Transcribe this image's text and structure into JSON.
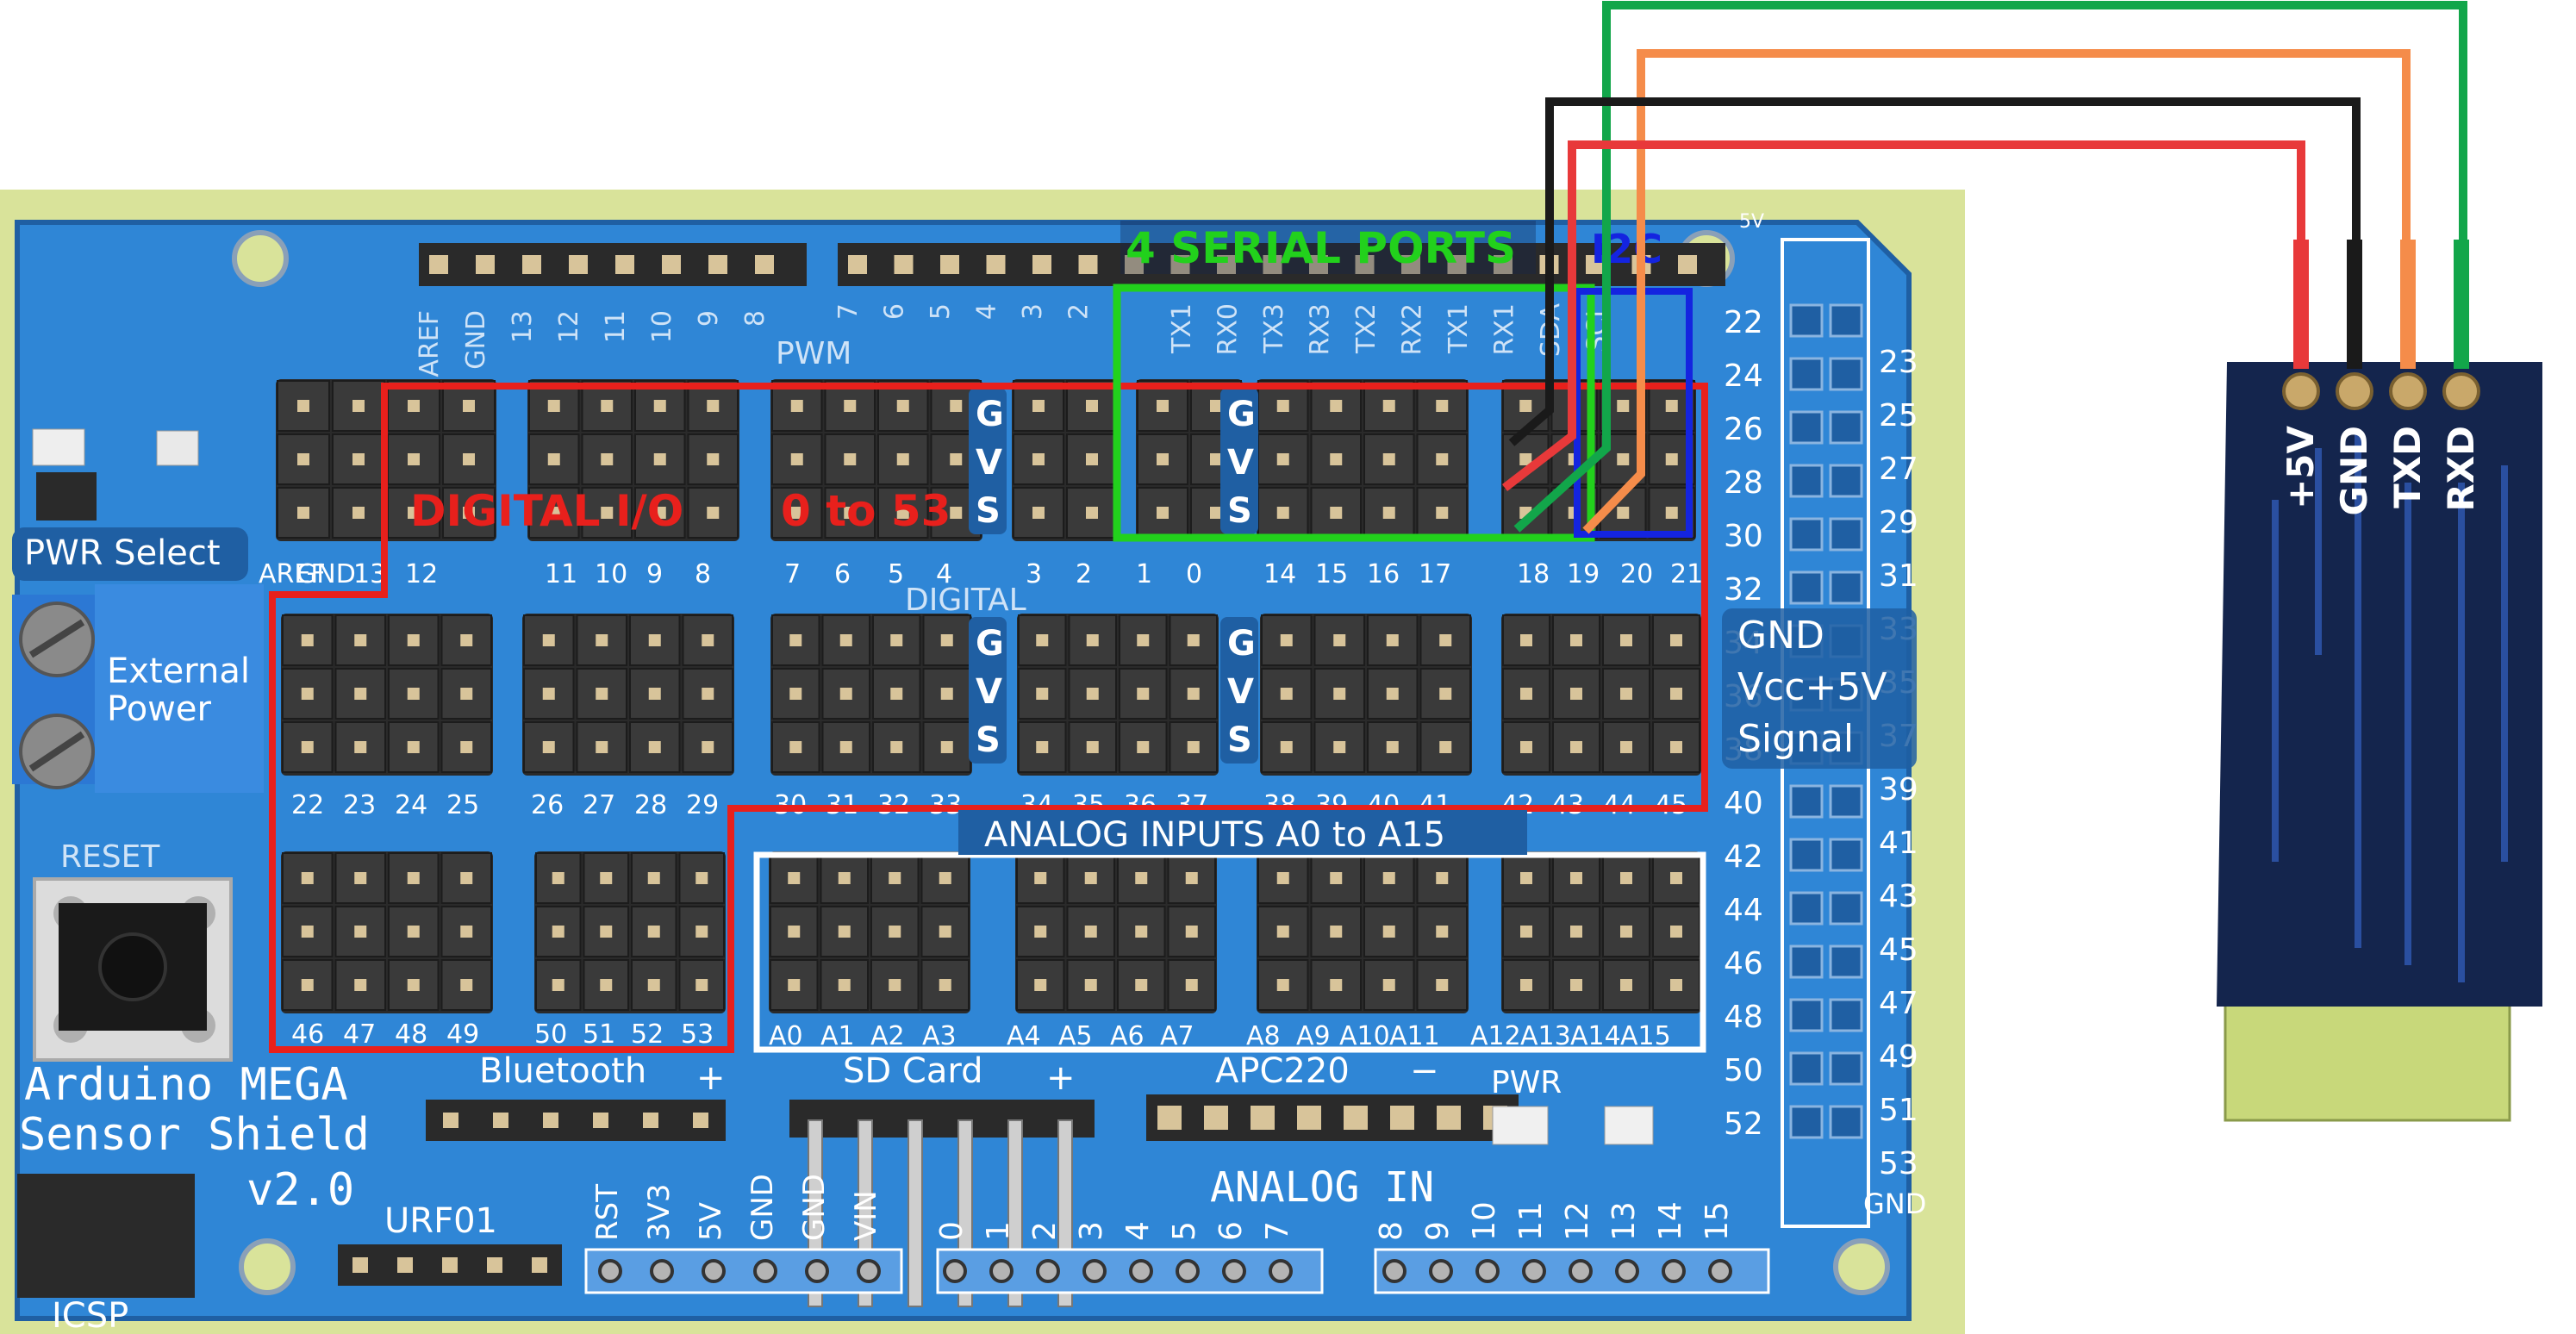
{
  "colors": {
    "board": "#2f86d6",
    "board_dark": "#1f5fa3",
    "pcb_surround": "#d9e39a",
    "header_black": "#2a2a2a",
    "pin_gold": "#d8c49a",
    "highlight_red": "#e8201c",
    "highlight_green": "#22d11c",
    "highlight_blue": "#1424e0",
    "highlight_white": "#ffffff",
    "wire_red": "#e8393a",
    "wire_black": "#1a1a1a",
    "wire_orange": "#f58c4a",
    "wire_green": "#12a64a",
    "module_navy": "#14254d"
  },
  "board": {
    "title_line1": "Arduino MEGA",
    "title_line2": "Sensor Shield",
    "version": "v2.0",
    "pwr_select": "PWR Select",
    "external_power": [
      "External",
      "Power"
    ],
    "reset": "RESET",
    "icsp": "ICSP",
    "pwm": "PWM",
    "digital": "DIGITAL",
    "bluetooth": "Bluetooth",
    "sd_card": "SD Card",
    "apc220": "APC220",
    "pwr": "PWR",
    "urf01": "URF01",
    "analog_in": "ANALOG IN",
    "five_v_top": "5V",
    "gnd_bottom": "GND",
    "gvs": [
      "G",
      "V",
      "S"
    ],
    "plus": "+",
    "minus": "−",
    "top_header_left": [
      "AREF",
      "GND",
      "13",
      "12",
      "11",
      "10",
      "9",
      "8"
    ],
    "top_header_right": [
      "7",
      "6",
      "5",
      "4",
      "3",
      "2",
      "TX1",
      "RX0",
      "TX3",
      "RX3",
      "TX2",
      "RX2",
      "TX1",
      "RX1",
      "SDA",
      "SCL"
    ],
    "row1_numbers": [
      "AREF",
      "GND",
      "13",
      "12",
      "11",
      "10",
      "9",
      "8",
      "7",
      "6",
      "5",
      "4",
      "3",
      "2",
      "1",
      "0",
      "14",
      "15",
      "16",
      "17",
      "18",
      "19",
      "20",
      "21"
    ],
    "row2_numbers": [
      "22",
      "23",
      "24",
      "25",
      "26",
      "27",
      "28",
      "29",
      "30",
      "31",
      "32",
      "33",
      "34",
      "35",
      "36",
      "37",
      "38",
      "39",
      "40",
      "41",
      "42",
      "43",
      "44",
      "45"
    ],
    "row3_numbers": [
      "46",
      "47",
      "48",
      "49",
      "50",
      "51",
      "52",
      "53"
    ],
    "analog_labels": [
      "A0",
      "A1",
      "A2",
      "A3",
      "A4",
      "A5",
      "A6",
      "A7",
      "A8",
      "A9",
      "A10",
      "A11",
      "A12",
      "A13",
      "A14",
      "A15"
    ],
    "right_left_col": [
      "22",
      "24",
      "26",
      "28",
      "30",
      "32",
      "34",
      "36",
      "38",
      "40",
      "42",
      "44",
      "46",
      "48",
      "50",
      "52"
    ],
    "right_right_col": [
      "23",
      "25",
      "27",
      "29",
      "31",
      "33",
      "35",
      "37",
      "39",
      "41",
      "43",
      "45",
      "47",
      "49",
      "51",
      "53"
    ],
    "bottom_power_labels": [
      "RST",
      "3V3",
      "5V",
      "GND",
      "GND",
      "VIN"
    ],
    "bottom_analog_numbers": [
      "0",
      "1",
      "2",
      "3",
      "4",
      "5",
      "6",
      "7",
      "8",
      "9",
      "10",
      "11",
      "12",
      "13",
      "14",
      "15"
    ]
  },
  "annotations": {
    "digital_io": "DIGITAL I/O",
    "zero_to_53": "0 to 53",
    "serial_ports": "4 SERIAL PORTS",
    "i2c": "I2C",
    "analog_inputs": "ANALOG INPUTS A0 to A15",
    "gnd": "GND",
    "vcc": "Vcc+5V",
    "signal": "Signal"
  },
  "module": {
    "pins": [
      "+5V",
      "GND",
      "TXD",
      "RXD"
    ]
  }
}
